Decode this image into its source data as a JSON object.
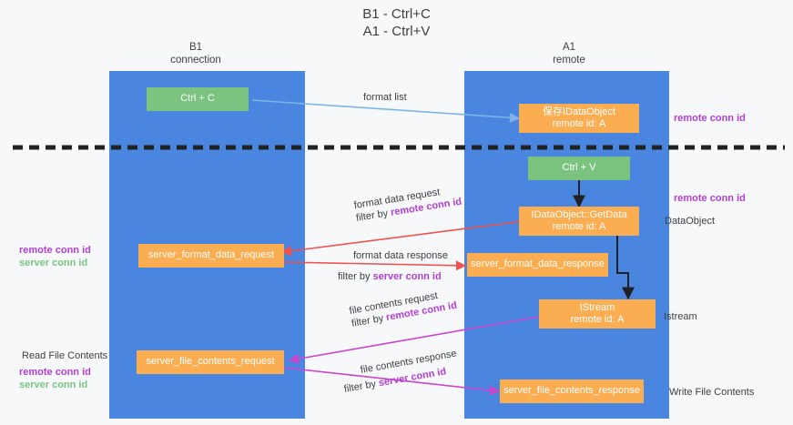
{
  "title": {
    "line1": "B1 - Ctrl+C",
    "line2": "A1 - Ctrl+V"
  },
  "lanes": [
    {
      "name": "B1",
      "sub": "connection"
    },
    {
      "name": "A1",
      "sub": "remote"
    }
  ],
  "nodes": {
    "ctrl_c": "Ctrl + C",
    "ctrl_v": "Ctrl + V",
    "save_dataobject_l1": "保存IDataObject",
    "save_dataobject_l2": "remote id: A",
    "getdata_l1": "IDataObject::GetData",
    "getdata_l2": "remote id: A",
    "istream_l1": "IStream",
    "istream_l2": "remote id: A",
    "server_format_data_request": "server_format_data_request",
    "server_format_data_response": "server_format_data_response",
    "server_file_contents_request": "server_file_contents_request",
    "server_file_contents_response": "server_file_contents_response"
  },
  "edges": {
    "format_list": "format list",
    "format_data_request": "format data request",
    "format_data_request_filter_pre": "filter by ",
    "format_data_request_filter_key": "remote conn id",
    "format_data_response": "format data response",
    "format_data_response_filter_pre": "filter by ",
    "format_data_response_filter_key": "server conn id",
    "file_contents_request": "file contents request",
    "file_contents_request_filter_pre": "filter by ",
    "file_contents_request_filter_key": "remote conn id",
    "file_contents_response": "file contents response",
    "file_contents_response_filter_pre": "filter by ",
    "file_contents_response_filter_key": "server conn id"
  },
  "annotations": {
    "right_remote_conn_id_top": "remote conn id",
    "right_remote_conn_id_mid": "remote conn id",
    "right_dataobject": "DataObject",
    "right_istream": "Istream",
    "right_write_file_contents": "Write File Contents",
    "left_remote_conn_id_mid": "remote conn id",
    "left_server_conn_id_mid": "server conn id",
    "left_read_file_contents": "Read File Contents",
    "left_remote_conn_id_bot": "remote conn id",
    "left_server_conn_id_bot": "server conn id"
  },
  "colors": {
    "lane": "#4a86e0",
    "green": "#7ac47f",
    "orange": "#fbad51",
    "accent_purple": "#b23fd4",
    "accent_green": "#7ac47f",
    "arrow_red": "#ef5350",
    "arrow_blue": "#7fb3e8",
    "arrow_magenta": "#cc44cc",
    "arrow_black": "#202124",
    "background": "#f7f8fa"
  }
}
